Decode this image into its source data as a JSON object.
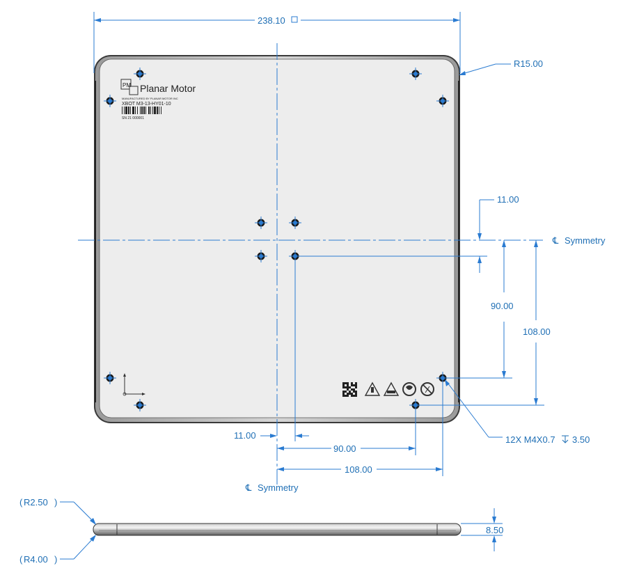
{
  "dimensions": {
    "overall_width": "238.10",
    "corner_radius": "R15.00",
    "offset_y": "11.00",
    "symmetry_right": "Symmetry",
    "hole_spacing_y": "90.00",
    "outer_spacing_y": "108.00",
    "offset_x": "11.00",
    "hole_spacing_x": "90.00",
    "outer_spacing_x": "108.00",
    "symmetry_bottom": "Symmetry",
    "hole_callout": "12X M4X0.7",
    "hole_depth": "3.50",
    "edge_radius_top": "R2.50",
    "edge_radius_bottom": "R4.00",
    "thickness": "8.50"
  },
  "label": {
    "brand": "Planar Motor",
    "logo_letters": "PM",
    "model": "XBOT M3-13-HY01-10",
    "small_line": "MANUFACTURED BY PLANAR MOTOR INC",
    "serial": "SN 21 000001"
  },
  "colors": {
    "dimension_blue": "#2a7bd1",
    "plate_fill": "#ededed",
    "plate_edge": "#3a3a3a"
  }
}
